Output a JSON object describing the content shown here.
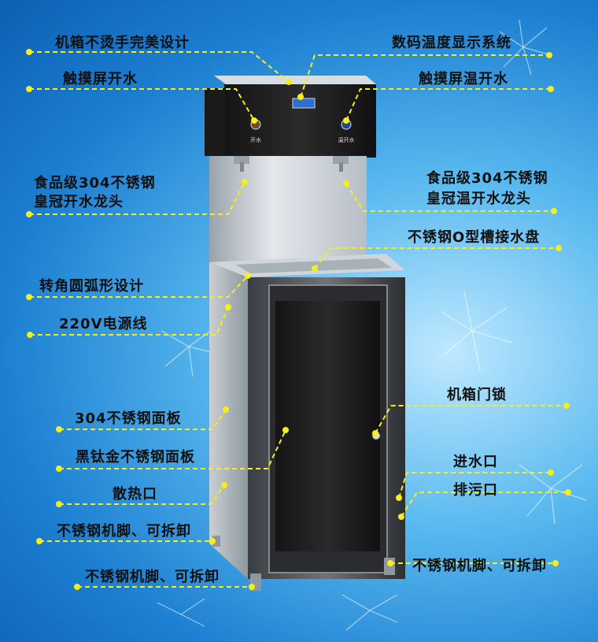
{
  "labels": {
    "cabinet_no_burn": "机箱不烫手完美设计",
    "digital_temp": "数码温度显示系统",
    "touch_boil": "触摸屏开水",
    "touch_warm": "触摸屏温开水",
    "faucet_boil_line1": "食品级304不锈钢",
    "faucet_boil_line2": "皇冠开水龙头",
    "faucet_warm_line1": "食品级304不锈钢",
    "faucet_warm_line2": "皇冠温开水龙头",
    "drip_tray": "不锈钢O型槽接水盘",
    "round_corner": "转角圆弧形设计",
    "power_cord": "220V电源线",
    "cabinet_lock": "机箱门锁",
    "panel_304": "304不锈钢面板",
    "panel_black": "黑钛金不锈钢面板",
    "water_inlet": "进水口",
    "vent": "散热口",
    "drain": "排污口",
    "feet_left_upper": "不锈钢机脚、可拆卸",
    "feet_right": "不锈钢机脚、可拆卸",
    "feet_left_lower": "不锈钢机脚、可拆卸"
  },
  "panel": {
    "left_button_text": "开水",
    "right_button_text": "温开水"
  },
  "colors": {
    "leader": "#f5ee1a",
    "dot": "#f5ee1a",
    "text": "#111111"
  }
}
